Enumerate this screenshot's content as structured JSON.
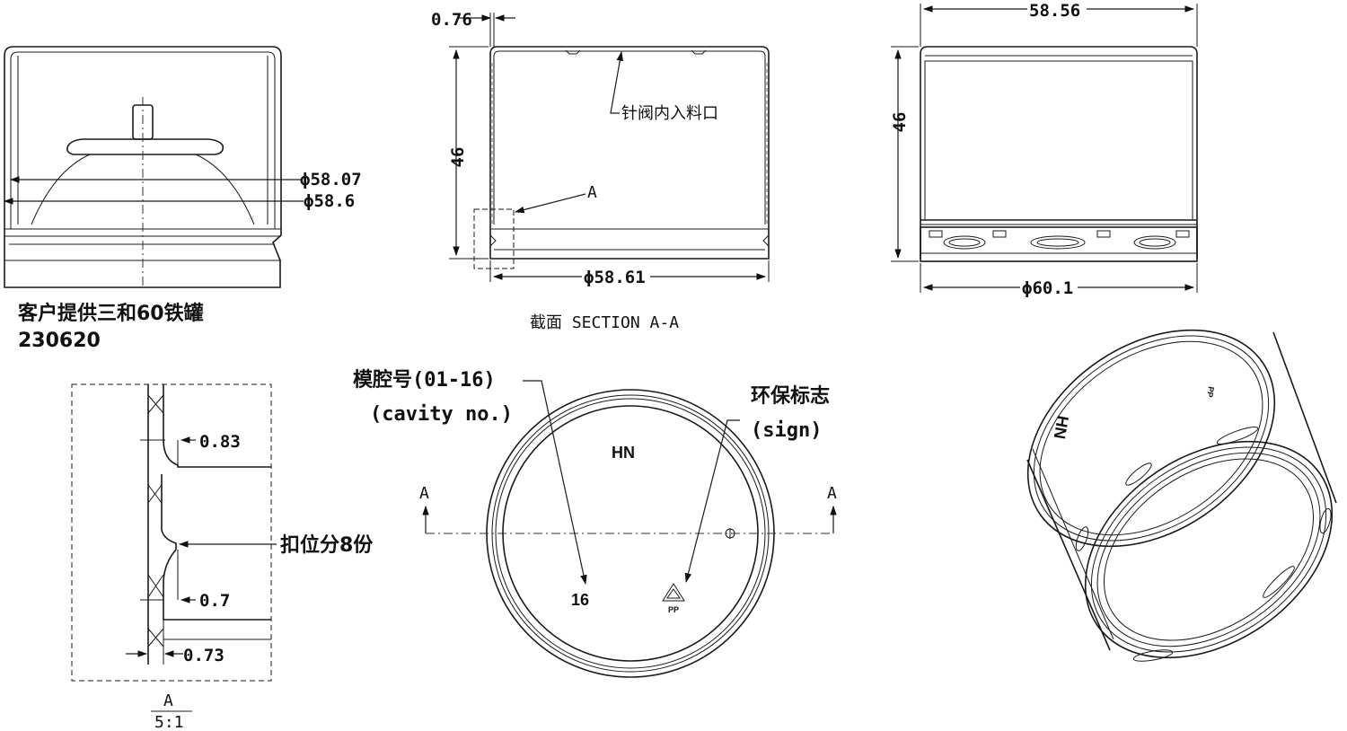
{
  "customer_note": {
    "line1": "客户提供三和60铁罐",
    "line2": "230620"
  },
  "front_view": {
    "dim_inner": "ϕ58.07",
    "dim_outer": "ϕ58.6"
  },
  "section_view": {
    "wall_dim": "0.76",
    "height_dim": "46",
    "diameter_dim": "ϕ58.61",
    "gate_label": "针阀内入料口",
    "detail_ref": "A",
    "caption": "截面  SECTION A-A"
  },
  "side_view": {
    "width_dim": "58.56",
    "height_dim": "46",
    "diameter_dim": "ϕ60.1"
  },
  "detail_view": {
    "dim_top": "0.83",
    "snap_label": "扣位分8份",
    "dim_mid": "0.7",
    "dim_bottom": "0.73",
    "caption_letter": "A",
    "caption_scale": "5:1"
  },
  "top_view": {
    "cavity_label_cn": "模腔号(01-16)",
    "cavity_label_en": "(cavity no.)",
    "sign_label_cn": "环保标志",
    "sign_label_en": "(sign)",
    "brand_mark": "HN",
    "cavity_number": "16",
    "recycle_mark": "PP",
    "section_left": "A",
    "section_right": "A"
  },
  "iso_view": {
    "mark_text": "HN"
  }
}
